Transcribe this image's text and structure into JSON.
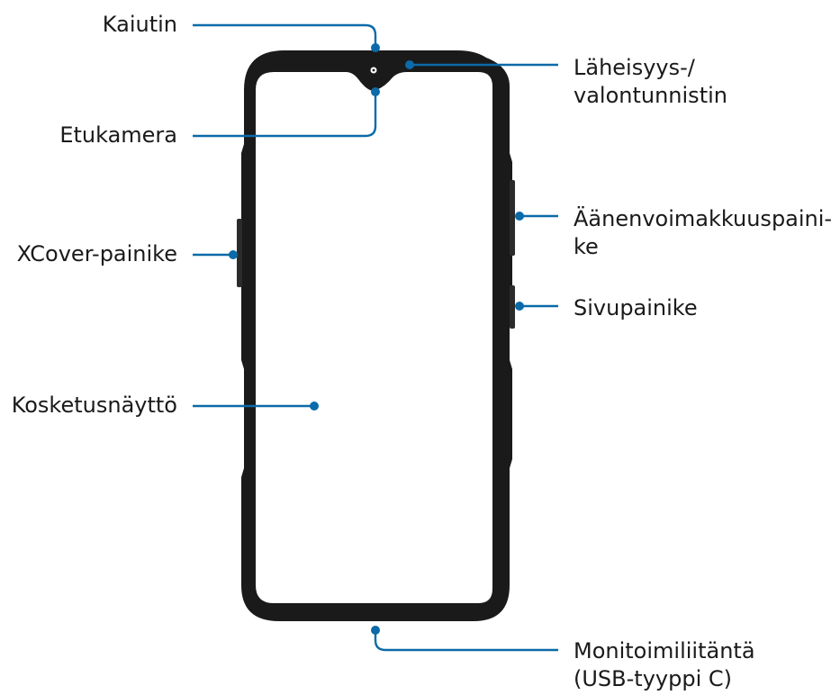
{
  "colors": {
    "leader": "#0b6aa8",
    "frame": "#1a1a1a",
    "side_button": "#2b2b2b",
    "text": "#1a1a1a"
  },
  "labels": {
    "speaker": "Kaiutin",
    "front_camera": "Etukamera",
    "xcover_button": "XCover-painike",
    "touchscreen": "Kosketusnäyttö",
    "proximity_sensor": [
      "Läheisyys-/",
      "valontunnistin"
    ],
    "volume_button": [
      "Äänenvoimakkuuspaini-",
      "ke"
    ],
    "side_button": "Sivupainike",
    "multipurpose_jack": [
      "Monitoimiliitäntä",
      "(USB-tyyppi C)"
    ]
  }
}
